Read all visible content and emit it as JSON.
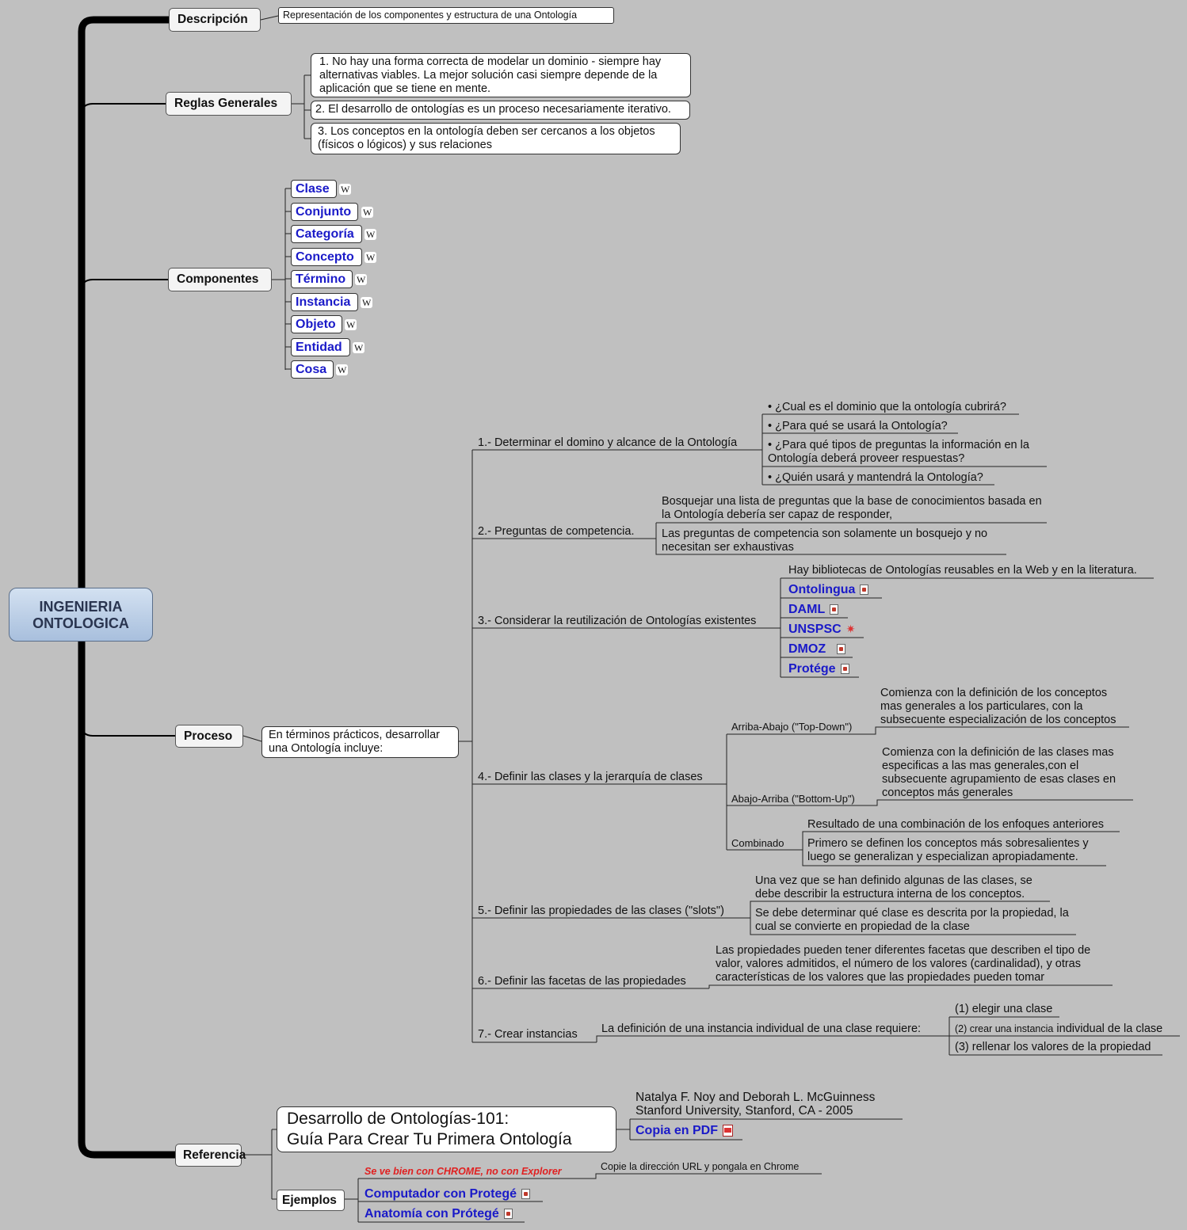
{
  "root": {
    "line1": "INGENIERIA",
    "line2": "ONTOLOGICA"
  },
  "descripcion": {
    "label": "Descripción",
    "text": "Representación  de los componentes y estructura de una Ontología"
  },
  "reglas": {
    "label": "Reglas Generales",
    "items": [
      "1. No hay una forma correcta de modelar un dominio - siempre hay alternativas viables. La mejor solución casi siempre depende de la aplicación que se tiene en mente.",
      "2. El desarrollo de ontologías es un proceso necesariamente iterativo.",
      "3. Los conceptos en la ontología deben ser cercanos a los objetos (físicos o lógicos) y sus relaciones"
    ]
  },
  "componentes": {
    "label": "Componentes",
    "wiki_icon": "W",
    "items": [
      "Clase",
      "Conjunto",
      "Categoría",
      "Concepto",
      "Término",
      "Instancia",
      "Objeto",
      "Entidad",
      "Cosa"
    ]
  },
  "proceso": {
    "label": "Proceso",
    "intro": "En términos prácticos, desarrollar una Ontología incluye:",
    "steps": [
      {
        "label": "1.- Determinar el domino y alcance de la Ontología",
        "items": [
          "• ¿Cual es el dominio que la ontología cubrirá?",
          "• ¿Para qué se usará la Ontología?",
          "• ¿Para qué tipos de preguntas la información en la Ontología deberá proveer respuestas?",
          "• ¿Quién usará y mantendrá la Ontología?"
        ]
      },
      {
        "label": "2.- Preguntas de competencia.",
        "items": [
          "Bosquejar una lista de preguntas que la base de conocimientos basada en la Ontología debería ser capaz de responder,",
          "Las preguntas de competencia son solamente un bosquejo y no necesitan ser exhaustivas"
        ]
      },
      {
        "label": "3.- Considerar la reutilización de Ontologías existentes",
        "note": "Hay bibliotecas de Ontologías reusables en la Web y en la literatura.",
        "links": [
          "Ontolingua",
          "DAML",
          "UNSPSC",
          "DMOZ",
          "Protége"
        ]
      },
      {
        "label": "4.- Definir las clases y la jerarquía de clases",
        "approaches": [
          {
            "name": "Arriba-Abajo (\"Top-Down\")",
            "text": "Comienza con la definición de los conceptos mas generales a los particulares, con  la subsecuente especialización de los conceptos"
          },
          {
            "name": "Abajo-Arriba (\"Bottom-Up\")",
            "text": "Comienza con la definición de las clases mas especificas a las mas generales,con el subsecuente agrupamiento de esas clases en conceptos más generales"
          },
          {
            "name": "Combinado",
            "text1": "Resultado de una combinación de los enfoques anteriores",
            "text2": "Primero se definen los conceptos más sobresalientes y luego se generalizan y especializan apropiadamente."
          }
        ]
      },
      {
        "label": "5.- Definir las propiedades de las clases (\"slots\")",
        "items": [
          "Una vez que se han definido algunas de las clases, se debe describir la estructura interna de los conceptos.",
          "Se debe determinar qué clase es descrita por la propiedad, la cual se convierte en propiedad de la clase"
        ]
      },
      {
        "label": "6.- Definir las facetas de las propiedades",
        "items": [
          "Las propiedades pueden tener diferentes facetas que describen el tipo de valor, valores admitidos, el número de los valores (cardinalidad), y otras características de los valores que las propiedades pueden tomar"
        ]
      },
      {
        "label": "7.- Crear instancias",
        "sub": "La definición de una instancia individual de una clase requiere:",
        "items": [
          "(1) elegir una clase",
          "(2) crear una instancia",
          " individual de la clase",
          "(3) rellenar los valores de la propiedad"
        ]
      }
    ]
  },
  "referencia": {
    "label": "Referencia",
    "title1": "Desarrollo de Ontologías-101:",
    "title2": "Guía Para Crear Tu Primera Ontología",
    "authors1": "Natalya F. Noy and Deborah L. McGuinness",
    "authors2": "Stanford University, Stanford, CA - 2005",
    "pdf": "Copia en PDF",
    "ejemplos": {
      "label": "Ejemplos",
      "warning": "Se ve bien con CHROME, no con Explorer",
      "tip": "Copie la dirección URL y pongala en Chrome",
      "links": [
        "Computador con Protegé",
        "Anatomía con Prótegé"
      ]
    }
  },
  "colors": {
    "background": "#c0c0c0",
    "link": "#1a1ac8",
    "warning": "#e02020",
    "root_fill": "#b7cbe4"
  }
}
